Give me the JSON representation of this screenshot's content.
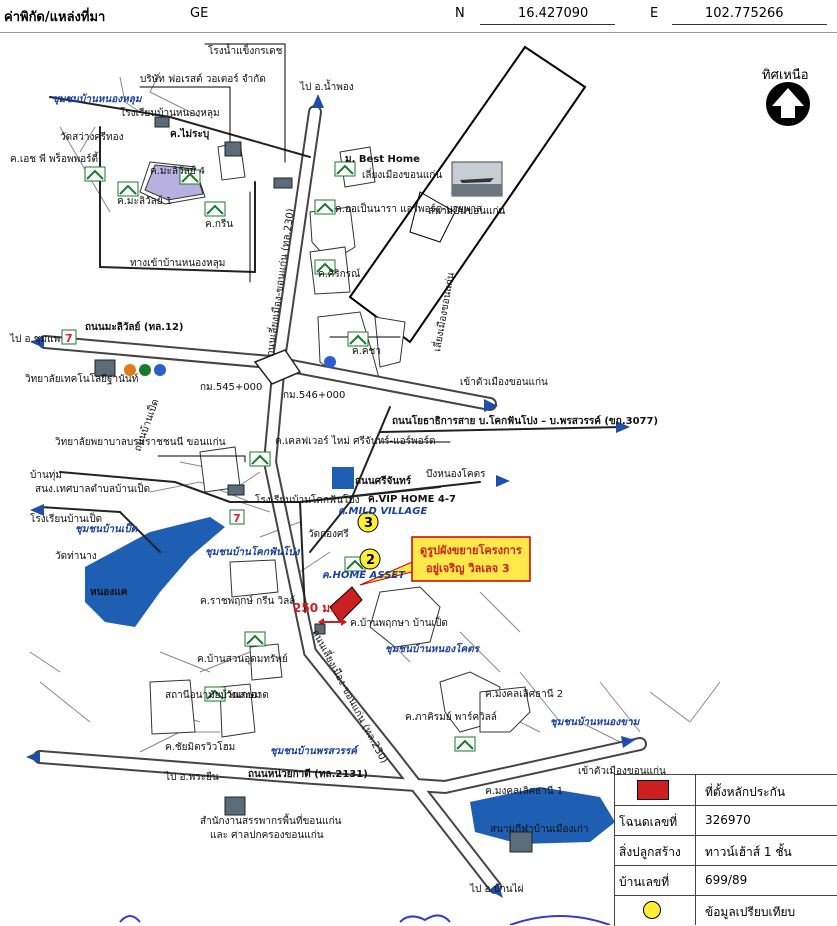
{
  "header": {
    "label": "ค่าพิกัด/แหล่งที่มา",
    "source": "GE",
    "n_label": "N",
    "n_value": "16.427090",
    "e_label": "E",
    "e_value": "102.775266"
  },
  "north": {
    "label": "ทิศเหนือ"
  },
  "places": {
    "factory_ice": "โรงน้ำแข็งกรเดช",
    "forest_company": "บริษัท ฟอเรสต์ วอเตอร์ จำกัด",
    "community_nonglum": "ชุมชนบ้านหนองหลุม",
    "school_nonglum": "โรงเรียนบ้านหนองหลุม",
    "temple_sawang": "วัดสว่างศรีทอง",
    "village_mp_prop": "ค.เอช พี พร็อพพอร์ตี้",
    "village_maisue": "ค.ไม่ระบุ",
    "village_mali4": "ค.มะลิวัลย์ 4",
    "village_mali1": "ค.มะลิวัลย์ 1",
    "village_green": "ค.กรีน",
    "entrance_nonglum": "ทางเข้าบ้านหนองหลุม",
    "to_namphong": "ไป อ.น้ำพอง",
    "best_home": "ม. Best Home",
    "bypass_khonkaen": "เลี่ยงเมืองขอนแก่น",
    "village_airport": "ค.ออเป็นนารา แอร์พอร์ต-บายพาส",
    "airport": "สนามบินขอนแก่น",
    "village_siri": "ค.ศิริกรณ์",
    "to_chumphae": "ไป อ.ชุมแพ",
    "road_mali": "ถนนมะลิวัลย์ (ทล.12)",
    "village_kaya": "ค.คชา",
    "college_tech": "วิทยาลัยเทคโนโลยีฐานันท์",
    "km545": "กม.545+000",
    "km546": "กม.546+000",
    "to_city_east": "เข้าตัวเมืองขอนแก่น",
    "road_bypass": "ถนนเลี่ยงเมือง-ขอนแก่น (ทล.230)",
    "road_banpet_left": "ถนนบ้านเป็ด",
    "road_airport_3077": "ถนนโยธาธิการสาย บ.โคกฟันโปง – บ.พรสวรรค์ (ขก.3077)",
    "college_nurse": "วิทยาลัยพยาบาลบรมราชชนนี ขอนแก่น",
    "village_clever": "ค.เคลฟเวอร์ ไหม่ ศรีจันทร์-แอร์พอร์ต",
    "ban_thum": "บ้านทุ่ม",
    "municipality_banpet": "สนง.เทศบาลตำบลบ้านเป็ด",
    "road_srichan": "ถนนศรีจันทร์",
    "bueng_nongkhot": "บึงหนองโคตร",
    "school_kokfanpong": "โรงเรียนบ้านโคกฟันโปง",
    "vip_home": "ค.VIP HOME 4-7",
    "school_banpet": "โรงเรียนบ้านเป็ด",
    "community_banpet": "ชุมชนบ้านเป็ด",
    "mild_village": "ค.MILD VILLAGE",
    "temple_kongsi": "วัดกองศรี",
    "temple_thanang": "วัดท่านาง",
    "community_kokfanpong": "ชุมชนบ้านโคกฟันโปง",
    "home_asset": "ค.HOME ASSET",
    "nong_khae": "หนองแค",
    "village_ratchaphruek": "ค.ราชพฤกษ์ กรีน วิลล์",
    "distance": "250 ม.",
    "village_banphet": "ค.บ้านพฤกษา บ้านเป็ด",
    "community_nongkhot": "ชุมชนบ้านหนองโคตร",
    "village_suanaudom": "ค.บ้านสวนอุดมทรัพย์",
    "village_mongkhon2": "ค.มงคลเลิศธานี 2",
    "village_phatham": "ค.ภาคิรมย์ พาร์ควิลล์",
    "community_nongkham": "ชุมชนบ้านหนองขาม",
    "health_center": "สถานีอนามัยบ้านสะอาด",
    "temple_kaoket": "วัดเกษม",
    "village_chaiyomranrat": "ค.ชัยมิตรวิวโฮม",
    "community_phonsawan": "ชุมชนบ้านพรสวรรค์",
    "road_2131": "ถนนหน่วยกาตี (ทล.2131)",
    "to_phrayuen": "ไป อ.พระยืน",
    "revenue_office": "สำนักงานสรรพากรพื้นที่ขอนแก่น",
    "court": "และ ศาลปกครองขอนแก่น",
    "village_mongkhon1": "ค.มงคลเลิศธานี 1",
    "nong_ban_mueang": "สนามกีฬาบ้านเมืองเก่า",
    "to_banphai": "ไป อ.บ้านไผ่",
    "to_city_se": "เข้าตัวเมืองขอนแก่น"
  },
  "callout": {
    "line1": "ดูรูปผังขยายโครงการ",
    "line2": "อยู่เจริญ วิลเลจ 3"
  },
  "markers": {
    "m2": "2",
    "m3": "3"
  },
  "legend": {
    "collateral": "ที่ตั้งหลักประกัน",
    "deed_label": "โฉนดเลขที่",
    "deed_value": "326970",
    "building_label": "สิ่งปลูกสร้าง",
    "building_value": "ทาวน์เฮ้าส์ 1 ชั้น",
    "house_label": "บ้านเลขที่",
    "house_value": "699/89",
    "compare": "ข้อมูลเปรียบเทียบ"
  },
  "colors": {
    "road": "#ffffff",
    "road_edge": "#555555",
    "water": "#1e5fb4",
    "collateral": "#cc1f1f",
    "callout_fill": "#ffe84a",
    "callout_text": "#cc1f1f",
    "marker": "#ffee33",
    "arrow": "#1f4ea8"
  }
}
